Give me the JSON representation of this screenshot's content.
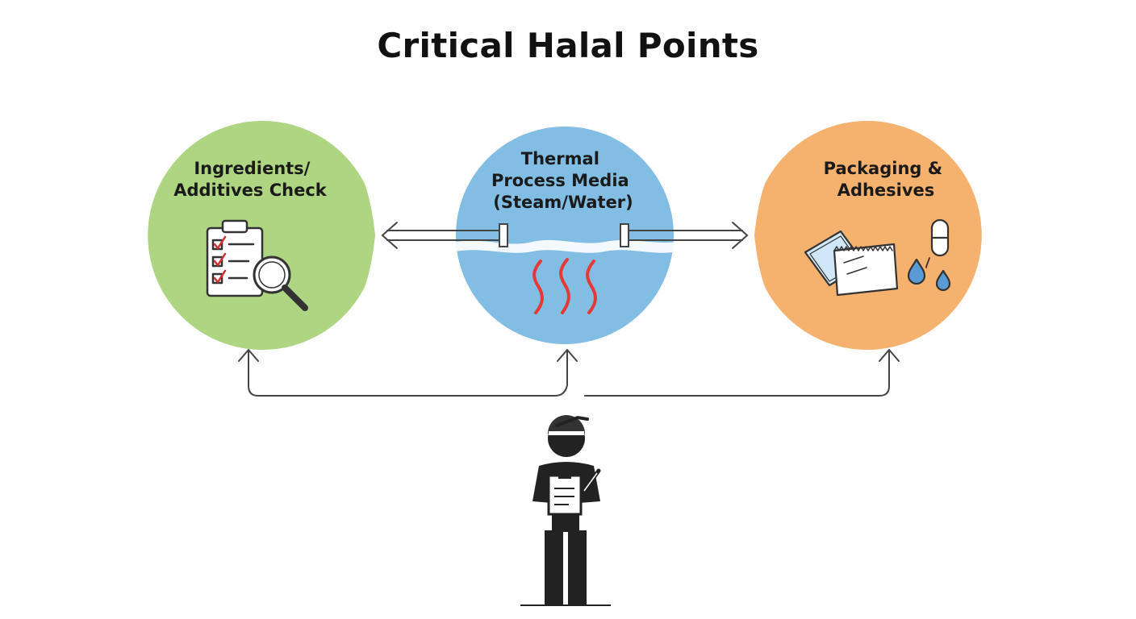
{
  "title": "Critical Halal Points",
  "nodes": [
    {
      "id": "ingredients",
      "label_lines": [
        "Ingredients/",
        "Additives Check"
      ],
      "color": "#aed581",
      "icon": "clipboard-magnifier-icon"
    },
    {
      "id": "thermal",
      "label_lines": [
        "Thermal",
        "Process Media",
        "(Steam/Water)"
      ],
      "color": "#82bde4",
      "icon": "heat-waves-icon"
    },
    {
      "id": "packaging",
      "label_lines": [
        "Packaging &",
        "Adhesives"
      ],
      "color": "#f5b26e",
      "icon": "package-drops-icon"
    }
  ],
  "inspector": {
    "icon": "inspector-with-clipboard-icon"
  },
  "colors": {
    "stroke": "#444444",
    "heat": "#e53935",
    "check": "#d32f2f",
    "drop": "#5b9bd5"
  }
}
